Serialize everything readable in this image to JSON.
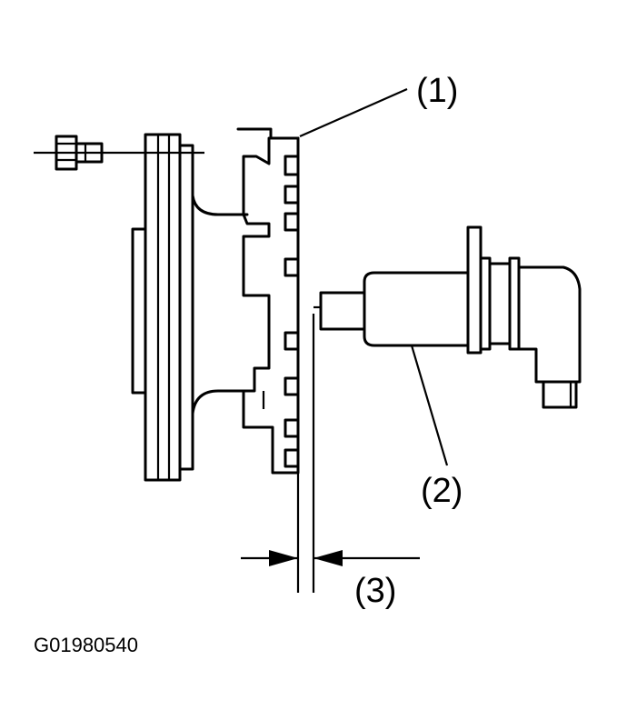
{
  "callouts": {
    "part_1": "(1)",
    "part_2": "(2)",
    "part_3": "(3)"
  },
  "figure_code": "G01980540"
}
